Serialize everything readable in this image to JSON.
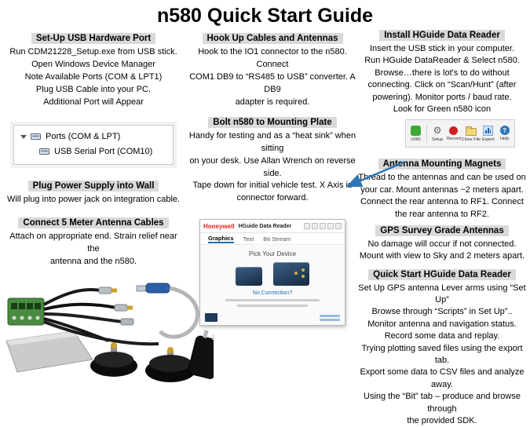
{
  "title": "n580 Quick Start Guide",
  "colors": {
    "header_bg": "#d9d9d9",
    "arrow_blue": "#2e75b6",
    "honeywell_red": "#e1251b",
    "n580_green": "#3aaa35",
    "link_blue": "#1b6eb5"
  },
  "icons": {
    "gear_glyph": "⚙",
    "help_glyph": "?"
  },
  "left": {
    "usb": {
      "header": "Set-Up USB Hardware Port",
      "body": "Run CDM21228_Setup.exe  from USB stick.\nOpen Windows Device Manager\nNote Available Ports (COM & LPT1)\nPlug USB Cable into your PC.\nAdditional Port will Appear"
    },
    "device_manager": {
      "ports": "Ports (COM & LPT)",
      "usb_serial": "USB Serial Port (COM10)"
    },
    "power": {
      "header": "Plug Power Supply into Wall",
      "body": "Will plug into power jack on integration cable."
    },
    "antenna_cables": {
      "header": "Connect 5 Meter Antenna Cables",
      "body": "Attach on appropriate end. Strain relief near the\nantenna and the n580."
    }
  },
  "middle": {
    "hookup": {
      "header": "Hook Up Cables and Antennas",
      "body": "Hook to the IO1 connector to the n580. Connect\nCOM1  DB9 to “RS485 to USB” converter. A DB9\nadapter is required."
    },
    "bolt": {
      "header": "Bolt n580 to Mounting Plate",
      "body": "Handy for testing and as a “heat sink” when sitting\non your desk. Use Allan Wrench on reverse side.\nTape down for initial vehicle test. X Axis is\nconnector forward."
    },
    "app": {
      "brand": "Honeywell",
      "title": "HGuide Data Reader",
      "tabs": [
        "Graphics",
        "Text",
        "Bit Stream"
      ],
      "pick_label": "Pick Your Device",
      "no_connection": "No Connection?"
    }
  },
  "right": {
    "install": {
      "header": "Install HGuide Data Reader",
      "body": "Insert the USB stick in your computer.\nRun HGuide DataReader & Select n580.\nBrowse…there is lot's to do without\nconnecting. Click on “Scan/Hunt” (after\npowering). Monitor ports / baud rate.\nLook for Green n580 icon"
    },
    "toolbar": {
      "labels": [
        "n580",
        "Setup",
        "Record",
        "Close File",
        "Export",
        "Help"
      ]
    },
    "magnets": {
      "header": "Antenna Mounting Magnets",
      "body": "Thread to the antennas and can be used on\nyour car. Mount antennas ~2 meters apart.\nConnect the rear antenna to RF1. Connect\nthe rear antenna to RF2."
    },
    "gps": {
      "header": "GPS  Survey Grade Antennas",
      "body": "No damage will occur if not connected.\nMount with view to Sky and 2 meters apart."
    },
    "quickstart": {
      "header": "Quick  Start HGuide  Data  Reader",
      "body": "Set Up GPS antenna Lever arms using “Set Up”\nBrowse through “Scripts” in Set Up”..\nMonitor antenna and navigation status.\nRecord some data and replay.\nTrying plotting saved files using the export tab.\nExport some data to CSV files and analyze away.\nUsing the “Bit” tab – produce and browse through\nthe provided SDK."
    }
  }
}
